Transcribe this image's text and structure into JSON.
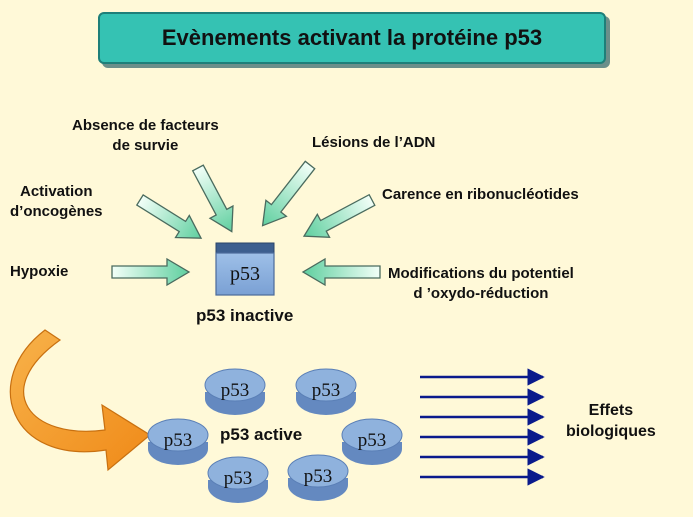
{
  "title": "Evènements activant la protéine p53",
  "activators": {
    "absence_facteurs": [
      "Absence de facteurs",
      "de survie"
    ],
    "lesions_adn": "Lésions de l’ADN",
    "activation_oncogenes": [
      "Activation",
      "d’oncogènes"
    ],
    "carence": "Carence en ribonucléotides",
    "hypoxie": "Hypoxie",
    "modifications": [
      "Modifications du potentiel",
      "d ’oxydo-réduction"
    ]
  },
  "inactive": {
    "box_label": "p53",
    "caption": "p53 inactive"
  },
  "active": {
    "disc_label": "p53",
    "caption": "p53 active"
  },
  "effects": [
    "Effets",
    "biologiques"
  ],
  "colors": {
    "background": "#fff9d8",
    "title_box": "#35c2b3",
    "arrow_green": "#9fe3c3",
    "arrow_stroke": "#4a6b5e",
    "disc_fill": "#8fb2dd",
    "effect_arrows": "#0a1a8c",
    "curved_arrow": "#f0a030"
  }
}
